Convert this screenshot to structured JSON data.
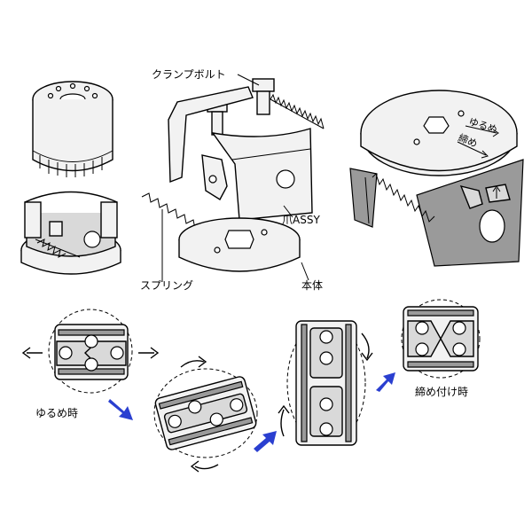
{
  "labels": {
    "clamp_bolt": "クランプボルト",
    "claw_assy": "爪ASSY",
    "spring": "スプリング",
    "body": "本体",
    "loosen": "ゆるめ時",
    "tighten": "締め付け時"
  },
  "tool_marks": {
    "loosen_mark": "ゆるめ",
    "tighten_mark": "締め"
  },
  "colors": {
    "arrow_blue": "#2a3fd0",
    "part_gray": "#9a9a9a",
    "line": "#000000"
  }
}
